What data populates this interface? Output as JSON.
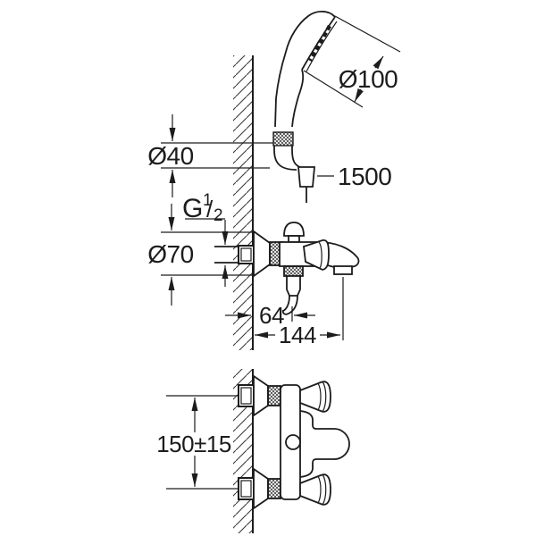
{
  "drawing": {
    "labels": {
      "head_diameter": "Ø100",
      "hose_length": "1500",
      "holder_diameter": "Ø40",
      "thread_size_g": "G",
      "thread_size_numerator": "1",
      "thread_size_slash": "/",
      "thread_size_denominator": "2",
      "escutcheon_diameter": "Ø70",
      "spout_axis_offset": "64",
      "spout_reach": "144",
      "connection_centers": "150±15"
    },
    "colors": {
      "line": "#222222",
      "background": "#ffffff"
    }
  }
}
